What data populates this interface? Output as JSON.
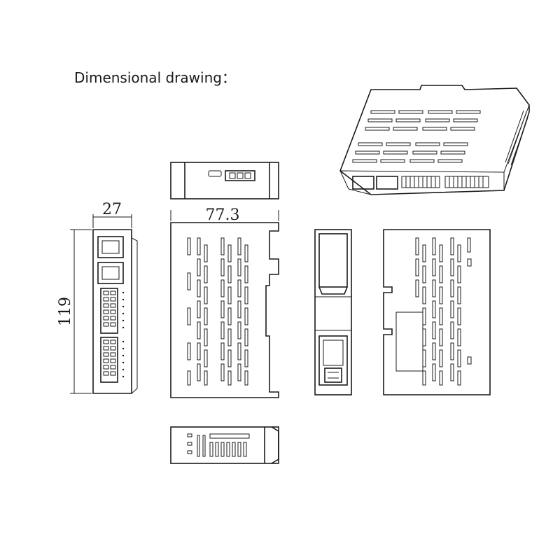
{
  "title": "Dimensional drawing：",
  "dimensions": {
    "width": "27",
    "length": "77.3",
    "height": "119"
  }
}
